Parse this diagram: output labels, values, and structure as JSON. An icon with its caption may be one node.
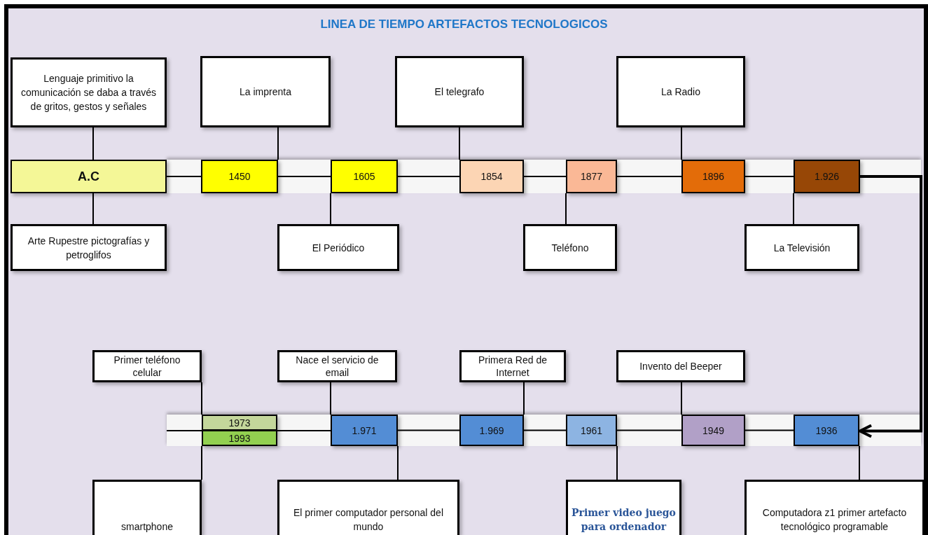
{
  "diagram": {
    "title": "LINEA DE TIEMPO ARTEFACTOS TECNOLOGICOS",
    "nodes": [
      {
        "text": [
          "Lenguaje primitivo la comunicación se daba a través de gritos, gestos y señales"
        ]
      },
      {
        "text": [
          "La imprenta"
        ]
      },
      {
        "text": [
          "El telegrafo"
        ]
      },
      {
        "text": [
          "La Radio"
        ]
      },
      {
        "text": [
          "A.C"
        ]
      },
      {
        "text": [
          "1450"
        ]
      },
      {
        "text": [
          "1605"
        ]
      },
      {
        "text": [
          "1854"
        ]
      },
      {
        "text": [
          "1877"
        ]
      },
      {
        "text": [
          "1896"
        ]
      },
      {
        "text": [
          "1.926"
        ]
      },
      {
        "text": [
          "Arte Rupestre pictografías y petroglifos"
        ]
      },
      {
        "text": [
          "El Periódico"
        ]
      },
      {
        "text": [
          "Teléfono"
        ]
      },
      {
        "text": [
          "La Televisión"
        ]
      },
      {
        "text": [
          "Primer teléfono celular"
        ]
      },
      {
        "text": [
          "Nace el servicio de email"
        ]
      },
      {
        "text": [
          "Primera Red de Internet"
        ]
      },
      {
        "text": [
          "Invento del Beeper"
        ]
      },
      {
        "text": [
          "1973"
        ]
      },
      {
        "text": [
          "1993"
        ]
      },
      {
        "text": [
          "1.971"
        ]
      },
      {
        "text": [
          "1.969"
        ]
      },
      {
        "text": [
          "1961"
        ]
      },
      {
        "text": [
          "1949"
        ]
      },
      {
        "text": [
          "1936"
        ]
      },
      {
        "text": [
          "smartphone"
        ]
      },
      {
        "text": [
          "El primer computador personal del mundo"
        ]
      },
      {
        "text": [
          "Primer video juego para ordenador"
        ]
      },
      {
        "text": [
          "Computadora z1  primer artefacto tecnológico programable"
        ]
      }
    ],
    "edges": [
      {
        "from": 0,
        "to": 4,
        "arrow": "none"
      },
      {
        "from": 4,
        "to": 11,
        "arrow": "none"
      },
      {
        "from": 1,
        "to": 5,
        "arrow": "none"
      },
      {
        "from": 12,
        "to": 6,
        "arrow": "none"
      },
      {
        "from": 2,
        "to": 7,
        "arrow": "none"
      },
      {
        "from": 13,
        "to": 8,
        "arrow": "none"
      },
      {
        "from": 3,
        "to": 9,
        "arrow": "none"
      },
      {
        "from": 14,
        "to": 10,
        "arrow": "none"
      },
      {
        "from": 4,
        "to": 5,
        "arrow": "none"
      },
      {
        "from": 5,
        "to": 6,
        "arrow": "none"
      },
      {
        "from": 6,
        "to": 7,
        "arrow": "none"
      },
      {
        "from": 7,
        "to": 8,
        "arrow": "none"
      },
      {
        "from": 8,
        "to": 9,
        "arrow": "none"
      },
      {
        "from": 9,
        "to": 10,
        "arrow": "none"
      },
      {
        "from": 10,
        "to": 25,
        "arrow": "to",
        "style": "thick"
      },
      {
        "from": 25,
        "to": 24,
        "arrow": "none"
      },
      {
        "from": 24,
        "to": 23,
        "arrow": "none"
      },
      {
        "from": 23,
        "to": 22,
        "arrow": "none"
      },
      {
        "from": 22,
        "to": 21,
        "arrow": "none"
      },
      {
        "from": 21,
        "to": 19,
        "arrow": "none"
      },
      {
        "from": 19,
        "to": null,
        "arrow": "none"
      },
      {
        "from": 15,
        "to": 19,
        "arrow": "none"
      },
      {
        "from": 20,
        "to": 26,
        "arrow": "none"
      },
      {
        "from": 16,
        "to": 21,
        "arrow": "none"
      },
      {
        "from": 21,
        "to": 27,
        "arrow": "none"
      },
      {
        "from": 17,
        "to": 22,
        "arrow": "none"
      },
      {
        "from": 23,
        "to": 28,
        "arrow": "none"
      },
      {
        "from": 18,
        "to": 24,
        "arrow": "none"
      },
      {
        "from": 25,
        "to": 29,
        "arrow": "none"
      }
    ]
  }
}
